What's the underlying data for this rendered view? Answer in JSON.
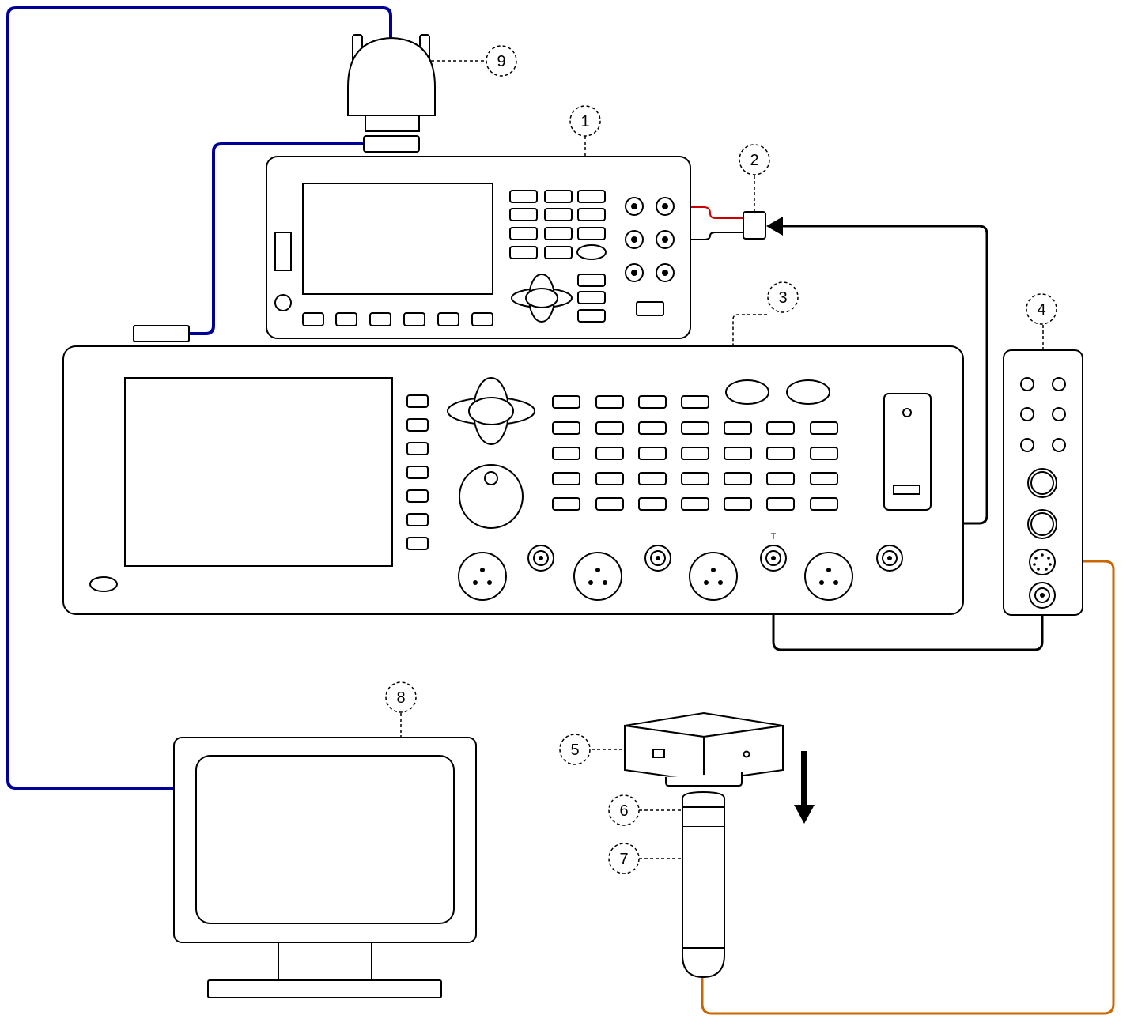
{
  "callouts": [
    {
      "id": "1",
      "text": "1"
    },
    {
      "id": "2",
      "text": "2"
    },
    {
      "id": "3",
      "text": "3"
    },
    {
      "id": "4",
      "text": "4"
    },
    {
      "id": "5",
      "text": "5"
    },
    {
      "id": "6",
      "text": "6"
    },
    {
      "id": "7",
      "text": "7"
    },
    {
      "id": "8",
      "text": "8"
    },
    {
      "id": "9",
      "text": "9"
    }
  ],
  "analyzer": {
    "trigger_label": "T"
  },
  "colors": {
    "blue_cable": "#000099",
    "red_cable": "#CC0000",
    "orange_cable": "#CC6600",
    "black_cable": "#000000"
  },
  "icons": [
    "down-arrow-icon"
  ]
}
